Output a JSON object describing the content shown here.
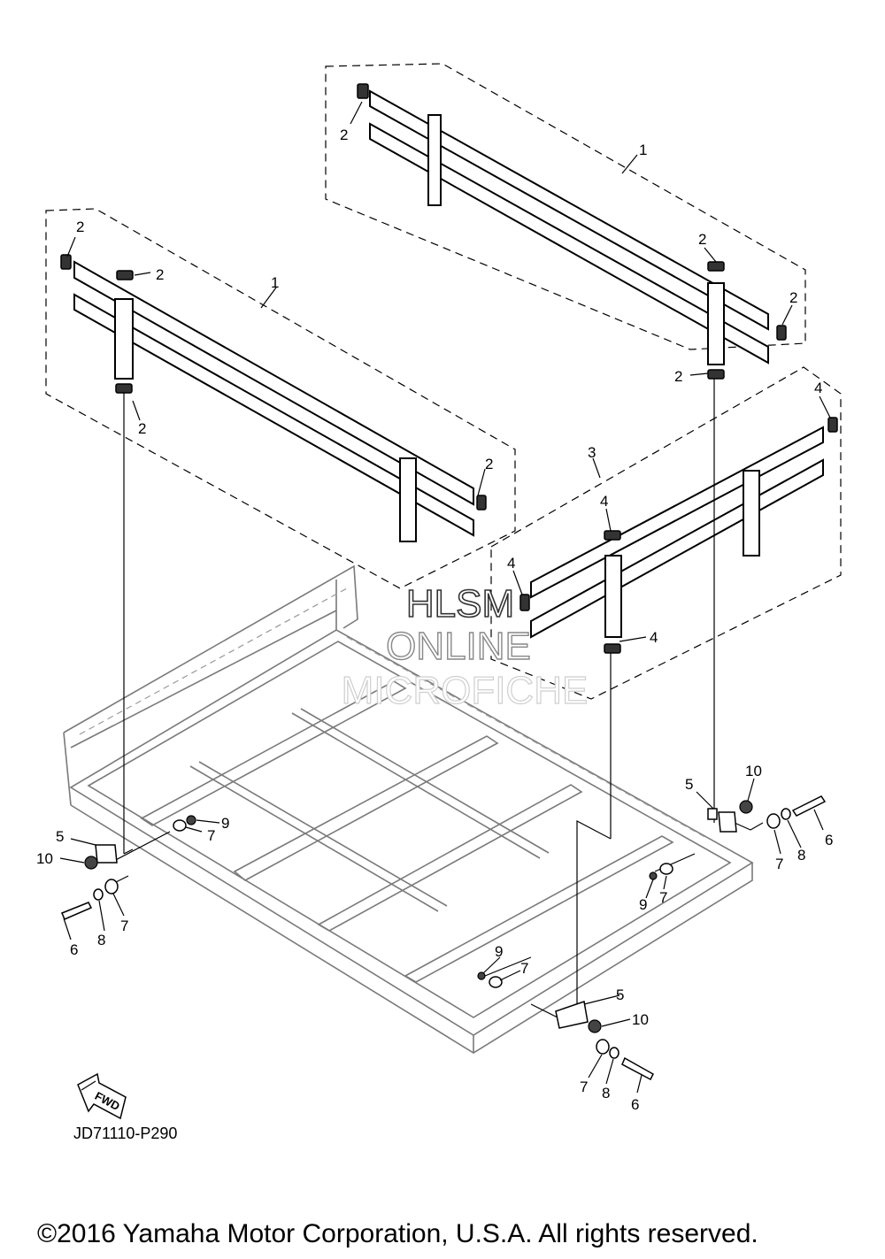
{
  "diagram": {
    "callouts": [
      {
        "id": "c1a",
        "label": "1"
      },
      {
        "id": "c1b",
        "label": "1"
      },
      {
        "id": "c2a",
        "label": "2"
      },
      {
        "id": "c2b",
        "label": "2"
      },
      {
        "id": "c2c",
        "label": "2"
      },
      {
        "id": "c2d",
        "label": "2"
      },
      {
        "id": "c2e",
        "label": "2"
      },
      {
        "id": "c2f",
        "label": "2"
      },
      {
        "id": "c2g",
        "label": "2"
      },
      {
        "id": "c2h",
        "label": "2"
      },
      {
        "id": "c3",
        "label": "3"
      },
      {
        "id": "c4a",
        "label": "4"
      },
      {
        "id": "c4b",
        "label": "4"
      },
      {
        "id": "c4c",
        "label": "4"
      },
      {
        "id": "c4d",
        "label": "4"
      },
      {
        "id": "c5a",
        "label": "5"
      },
      {
        "id": "c5b",
        "label": "5"
      },
      {
        "id": "c5c",
        "label": "5"
      },
      {
        "id": "c6a",
        "label": "6"
      },
      {
        "id": "c6b",
        "label": "6"
      },
      {
        "id": "c6c",
        "label": "6"
      },
      {
        "id": "c7a",
        "label": "7"
      },
      {
        "id": "c7b",
        "label": "7"
      },
      {
        "id": "c7c",
        "label": "7"
      },
      {
        "id": "c7d",
        "label": "7"
      },
      {
        "id": "c7e",
        "label": "7"
      },
      {
        "id": "c7f",
        "label": "7"
      },
      {
        "id": "c8a",
        "label": "8"
      },
      {
        "id": "c8b",
        "label": "8"
      },
      {
        "id": "c8c",
        "label": "8"
      },
      {
        "id": "c9a",
        "label": "9"
      },
      {
        "id": "c9b",
        "label": "9"
      },
      {
        "id": "c9c",
        "label": "9"
      },
      {
        "id": "c10a",
        "label": "10"
      },
      {
        "id": "c10b",
        "label": "10"
      },
      {
        "id": "c10c",
        "label": "10"
      }
    ],
    "fwd_label": "FWD",
    "diagram_code": "JD71110-P290",
    "watermark": [
      "HLSM",
      "ONLINE",
      "MICROFICHE"
    ],
    "copyright": "©2016 Yamaha Motor Corporation, U.S.A. All rights reserved."
  }
}
